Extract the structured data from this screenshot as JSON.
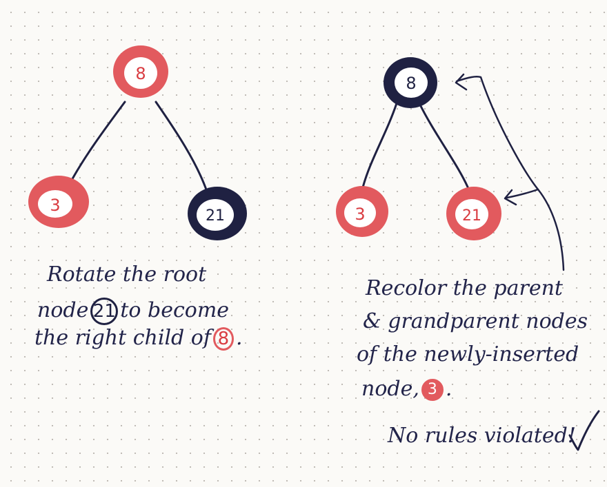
{
  "colors": {
    "red": "#e25a5e",
    "red_dark": "#d93c41",
    "black": "#1f2142",
    "ink": "#22244a",
    "paper": "#fbfaf7"
  },
  "left_tree": {
    "root": {
      "label": "8",
      "color": "red"
    },
    "left": {
      "label": "3",
      "color": "red"
    },
    "right": {
      "label": "21",
      "color": "black"
    }
  },
  "right_tree": {
    "root": {
      "label": "8",
      "color": "black"
    },
    "left": {
      "label": "3",
      "color": "red"
    },
    "right": {
      "label": "21",
      "color": "red"
    }
  },
  "left_note": {
    "line1": "Rotate the root",
    "line2_pre": "node",
    "line2_node": "21",
    "line2_post": "to become",
    "line3_pre": "the right child of",
    "line3_node": "8",
    "line3_post": "."
  },
  "right_note": {
    "line1": "Recolor the parent",
    "line2": "& grandparent nodes",
    "line3": "of the newly-inserted",
    "line4_pre": "node,",
    "line4_node": "3",
    "line4_post": "."
  },
  "verdict": {
    "text": "No rules violated!",
    "check": "✓"
  }
}
